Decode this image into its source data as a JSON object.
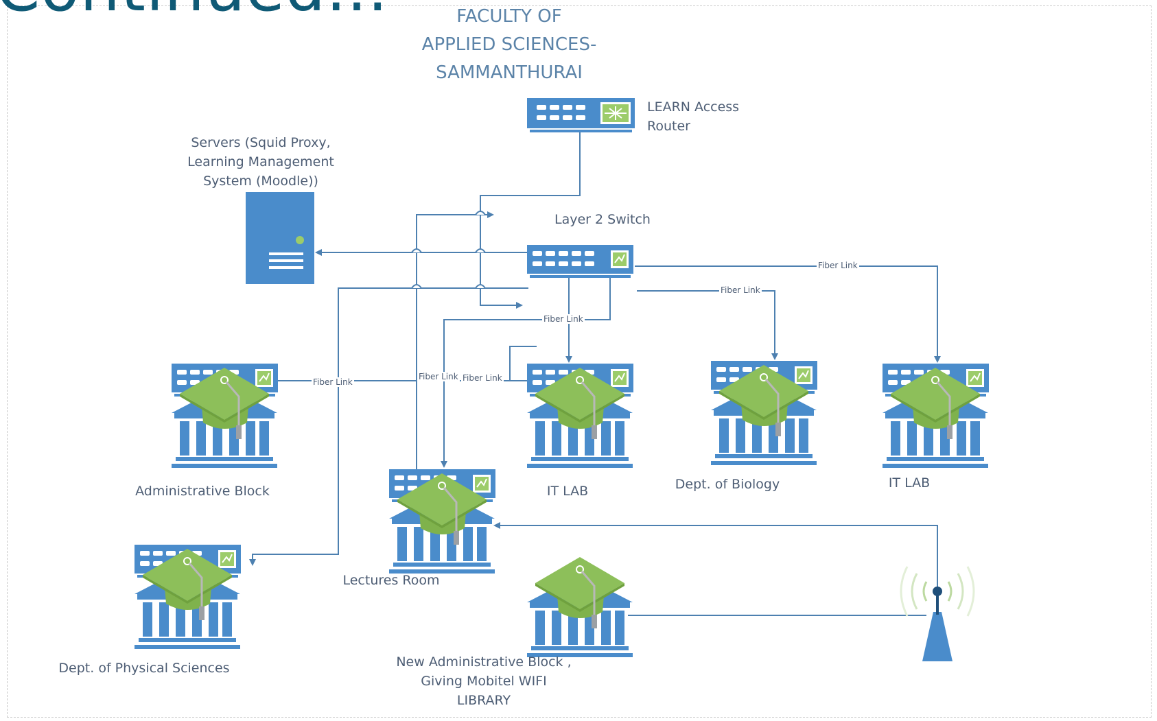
{
  "slide": {
    "heading": "Continued..."
  },
  "diagram": {
    "title": "FACULTY OF\nAPPLIED SCIENCES-\nSAMMANTHURAI",
    "router_label": "LEARN Access\nRouter",
    "servers_label": "Servers (Squid Proxy,\nLearning Management\nSystem (Moodle))",
    "switch_label": "Layer 2 Switch",
    "link_label": "Fiber Link",
    "nodes": {
      "admin_block": "Administrative Block",
      "it_lab_1": "IT LAB",
      "biology": "Dept. of Biology",
      "it_lab_2": "IT LAB",
      "lectures_room": "Lectures Room",
      "physical_sciences": "Dept. of Physical Sciences",
      "new_admin": "New Administrative Block ,\nGiving Mobitel WIFI\nLIBRARY"
    },
    "colors": {
      "device_blue": "#4a8ccb",
      "cap_green": "#8dbf5a",
      "line": "#4d80b0",
      "label_text": "#4d5d74",
      "title_text": "#5b83a8",
      "heading_text": "#0f5a76"
    },
    "icons": [
      "network-switch-icon",
      "server-icon",
      "university-building-icon",
      "graduation-cap-icon",
      "wireless-tower-icon"
    ]
  }
}
